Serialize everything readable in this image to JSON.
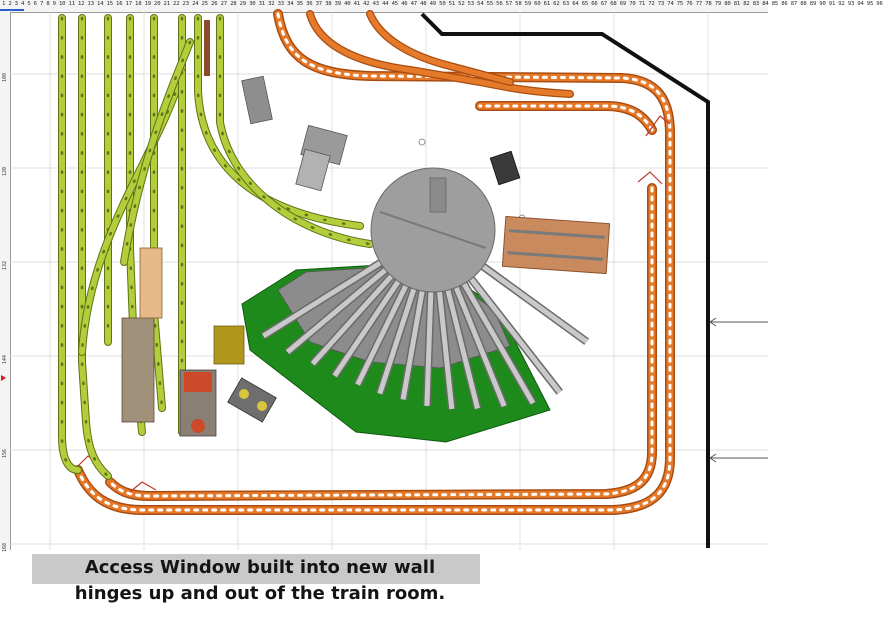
{
  "ruler": {
    "top_numbers": "1 2 3 4 5 6 7 8 9 10 11 12 13 14 15 16 17 18 19 20 21 22 23 24 25 26 27 28 29 30 31 32 33 34 35 36 37 38 39 40 41 42 43 44 45 46 47 48 49 50 51 52 53 54 55 56 57 58 59 60 61 62 63 64 65 66 67 68 69 70 71 72 73 74 75 76 77 78 79 80 81 82 83 84 85 86 87 88 89 90 91 92 93 94 95 96",
    "left_labels": [
      "108",
      "120",
      "132",
      "144",
      "156",
      "168"
    ]
  },
  "caption": {
    "line1": "Access Window built into new wall",
    "line2": "hinges up and out of the train room."
  },
  "colors": {
    "track_green": "#b3cd3b",
    "track_green_edge": "#5f7417",
    "track_orange": "#e57a2b",
    "track_orange_edge": "#a94c10",
    "turntable": "#9e9e9e",
    "roundhouse_green": "#1f8a1c",
    "roundhouse_stall": "#8c8c8c",
    "wall": "#111111",
    "building_brown": "#b9713f",
    "caption_bg": "#c9c9c9"
  },
  "icons": {
    "turntable": "turntable-pit",
    "roundhouse": "roundhouse-stalls",
    "wall": "room-wall",
    "access_window": "access-window"
  }
}
